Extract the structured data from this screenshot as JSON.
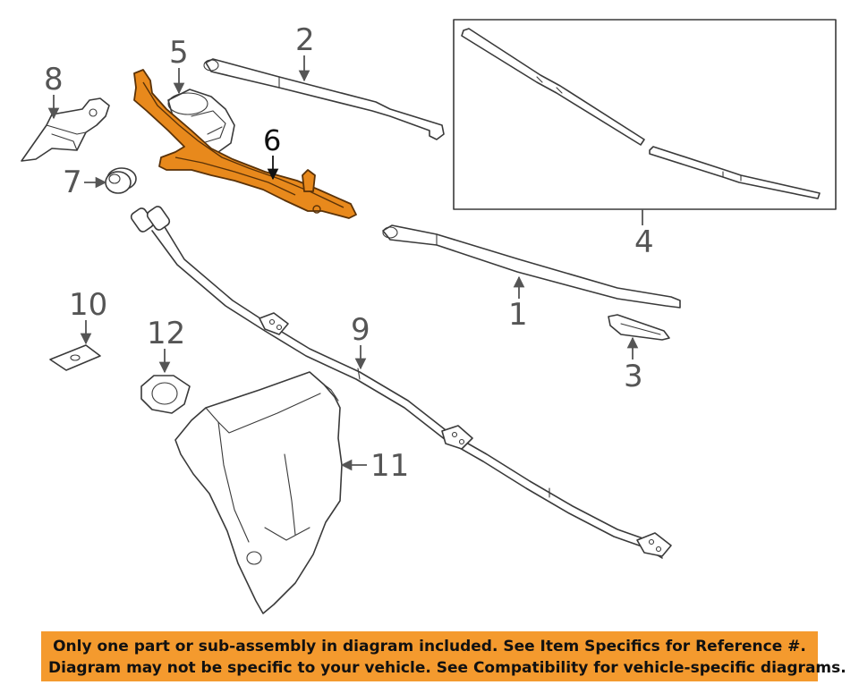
{
  "callouts": {
    "c1": "1",
    "c2": "2",
    "c3": "3",
    "c4": "4",
    "c5": "5",
    "c6": "6",
    "c7": "7",
    "c8": "8",
    "c9": "9",
    "c10": "10",
    "c11": "11",
    "c12": "12"
  },
  "highlighted_part": "6",
  "colors": {
    "highlight": "#e8891c",
    "notice_bg": "#f49a2e",
    "line": "#3a3a3a"
  },
  "notice": {
    "line1": "Only one part or sub-assembly in diagram included. See Item Specifics for Reference #.",
    "line2": "Diagram may not be specific to your vehicle. See Compatibility for vehicle-specific diagrams."
  }
}
